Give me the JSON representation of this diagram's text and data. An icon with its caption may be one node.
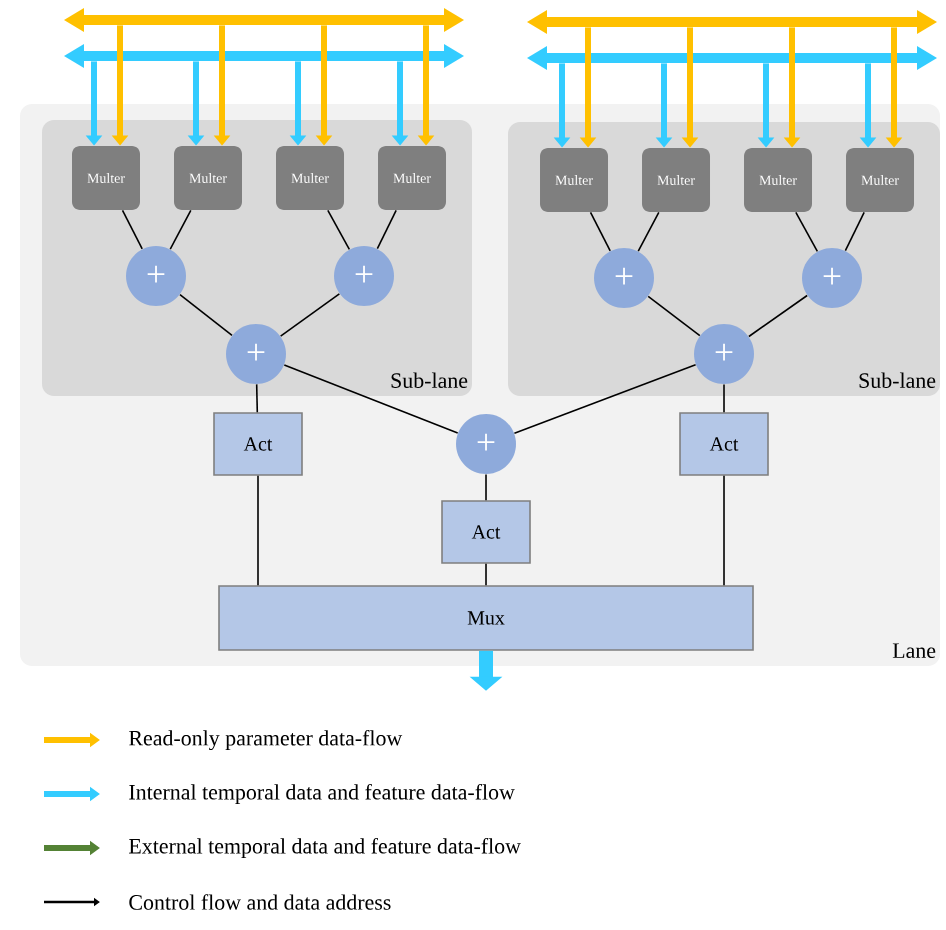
{
  "diagram": {
    "nodes": [
      {
        "text": [],
        "shape": "bar"
      },
      {
        "text": [],
        "shape": "bar"
      },
      {
        "text": [],
        "shape": "bar"
      },
      {
        "text": [],
        "shape": "bar"
      },
      {
        "text": [
          "Lane"
        ]
      },
      {
        "text": [
          "Sub-lane"
        ],
        "in": 4
      },
      {
        "text": [
          "Multer"
        ],
        "in": 5
      },
      {
        "text": [
          "Multer"
        ],
        "in": 5
      },
      {
        "text": [
          "Multer"
        ],
        "in": 5
      },
      {
        "text": [
          "Multer"
        ],
        "in": 5
      },
      {
        "text": [
          "+"
        ],
        "in": 5
      },
      {
        "text": [
          "+"
        ],
        "in": 5
      },
      {
        "text": [
          "+"
        ],
        "in": 5
      },
      {
        "text": [
          "Sub-lane"
        ],
        "in": 4
      },
      {
        "text": [
          "Multer"
        ],
        "in": 13
      },
      {
        "text": [
          "Multer"
        ],
        "in": 13
      },
      {
        "text": [
          "Multer"
        ],
        "in": 13
      },
      {
        "text": [
          "Multer"
        ],
        "in": 13
      },
      {
        "text": [
          "+"
        ],
        "in": 13
      },
      {
        "text": [
          "+"
        ],
        "in": 13
      },
      {
        "text": [
          "+"
        ],
        "in": 13
      },
      {
        "text": [
          "Act"
        ],
        "in": 4
      },
      {
        "text": [
          "+"
        ],
        "in": 4
      },
      {
        "text": [
          "Act"
        ],
        "in": 4
      },
      {
        "text": [
          "Act"
        ],
        "in": 4
      },
      {
        "text": [
          "Mux"
        ],
        "in": 4
      }
    ],
    "edges": [
      {
        "from": 0,
        "to": 6,
        "arrow": "to",
        "style": "thick",
        "color": "#ffc000"
      },
      {
        "from": 0,
        "to": 7,
        "arrow": "to",
        "style": "thick",
        "color": "#ffc000"
      },
      {
        "from": 0,
        "to": 8,
        "arrow": "to",
        "style": "thick",
        "color": "#ffc000"
      },
      {
        "from": 0,
        "to": 9,
        "arrow": "to",
        "style": "thick",
        "color": "#ffc000"
      },
      {
        "from": 1,
        "to": 6,
        "arrow": "to",
        "style": "thick",
        "color": "#33ccff"
      },
      {
        "from": 1,
        "to": 7,
        "arrow": "to",
        "style": "thick",
        "color": "#33ccff"
      },
      {
        "from": 1,
        "to": 8,
        "arrow": "to",
        "style": "thick",
        "color": "#33ccff"
      },
      {
        "from": 1,
        "to": 9,
        "arrow": "to",
        "style": "thick",
        "color": "#33ccff"
      },
      {
        "from": 2,
        "to": 14,
        "arrow": "to",
        "style": "thick",
        "color": "#ffc000"
      },
      {
        "from": 2,
        "to": 15,
        "arrow": "to",
        "style": "thick",
        "color": "#ffc000"
      },
      {
        "from": 2,
        "to": 16,
        "arrow": "to",
        "style": "thick",
        "color": "#ffc000"
      },
      {
        "from": 2,
        "to": 17,
        "arrow": "to",
        "style": "thick",
        "color": "#ffc000"
      },
      {
        "from": 3,
        "to": 14,
        "arrow": "to",
        "style": "thick",
        "color": "#33ccff"
      },
      {
        "from": 3,
        "to": 15,
        "arrow": "to",
        "style": "thick",
        "color": "#33ccff"
      },
      {
        "from": 3,
        "to": 16,
        "arrow": "to",
        "style": "thick",
        "color": "#33ccff"
      },
      {
        "from": 3,
        "to": 17,
        "arrow": "to",
        "style": "thick",
        "color": "#33ccff"
      },
      {
        "from": 6,
        "to": 10,
        "arrow": "none"
      },
      {
        "from": 7,
        "to": 10,
        "arrow": "none"
      },
      {
        "from": 8,
        "to": 11,
        "arrow": "none"
      },
      {
        "from": 9,
        "to": 11,
        "arrow": "none"
      },
      {
        "from": 10,
        "to": 12,
        "arrow": "none"
      },
      {
        "from": 11,
        "to": 12,
        "arrow": "none"
      },
      {
        "from": 14,
        "to": 18,
        "arrow": "none"
      },
      {
        "from": 15,
        "to": 18,
        "arrow": "none"
      },
      {
        "from": 16,
        "to": 19,
        "arrow": "none"
      },
      {
        "from": 17,
        "to": 19,
        "arrow": "none"
      },
      {
        "from": 18,
        "to": 20,
        "arrow": "none"
      },
      {
        "from": 19,
        "to": 20,
        "arrow": "none"
      },
      {
        "from": 12,
        "to": 21,
        "arrow": "none"
      },
      {
        "from": 12,
        "to": 22,
        "arrow": "none"
      },
      {
        "from": 20,
        "to": 22,
        "arrow": "none"
      },
      {
        "from": 20,
        "to": 23,
        "arrow": "none"
      },
      {
        "from": 22,
        "to": 24,
        "arrow": "none"
      },
      {
        "from": 21,
        "to": 25,
        "arrow": "none"
      },
      {
        "from": 24,
        "to": 25,
        "arrow": "none"
      },
      {
        "from": 23,
        "to": 25,
        "arrow": "none"
      },
      {
        "from": 25,
        "to": null,
        "arrow": "to",
        "style": "thick",
        "color": "#33ccff"
      }
    ],
    "legend": [
      {
        "text": "Read-only parameter data-flow",
        "color": "#ffc000"
      },
      {
        "text": "Internal temporal data and feature data-flow",
        "color": "#33ccff"
      },
      {
        "text": "External temporal data and feature data-flow",
        "color": "#548235"
      },
      {
        "text": "Control flow and data address",
        "color": "#000000"
      }
    ]
  }
}
